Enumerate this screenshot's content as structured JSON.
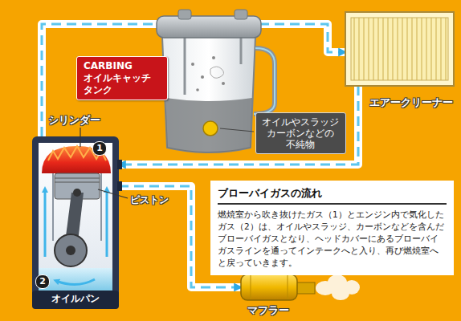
{
  "diagram": {
    "nodes": [
      {
        "text": [
          "CARBING オイルキャッチ タンク"
        ]
      },
      {
        "text": [
          "エアークリーナー"
        ]
      },
      {
        "text": [
          "オイルやスラッジ カーボンなどの 不純物"
        ]
      },
      {
        "text": [
          "オイルパン"
        ]
      },
      {
        "text": [
          "ブローバイガスの流れ",
          "燃焼室から吹き抜けたガス（1）とエンジン内で気化したガス（2）は、オイルやスラッジ、カーボンなどを含んだブローバイガスとなり、ヘッドカバーにあるブローバイガスラインを通ってインテークへと入り、再び燃焼室へと戻っていきます。"
        ]
      },
      {
        "text": [
          "マフラー"
        ]
      }
    ],
    "edges": [
      {
        "from": 3,
        "to": 0,
        "arrow": "to"
      },
      {
        "from": 0,
        "to": 1,
        "arrow": "to"
      },
      {
        "from": 1,
        "to": 3,
        "arrow": "to"
      },
      {
        "from": 3,
        "to": 5,
        "arrow": "to"
      }
    ],
    "labels": [
      "シリンダー",
      "1",
      "ピストン",
      "2"
    ]
  }
}
